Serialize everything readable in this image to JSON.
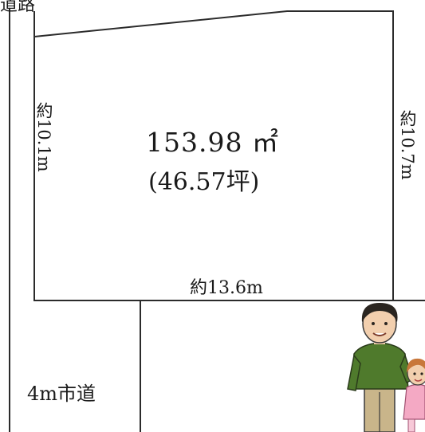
{
  "top_label_fragment": "道路",
  "parcel": {
    "area_sqm": "153.98 ㎡",
    "area_tsubo": "(46.57坪)",
    "left_side": "約10.1m",
    "right_side": "約10.7m",
    "bottom_side": "約13.6m"
  },
  "road": {
    "label": "4m市道"
  },
  "illustration": {
    "subject": "father-and-daughter-illustration",
    "colors": {
      "shirt": "#4f7a2c",
      "pants": "#c9b58a",
      "hair": "#2a2520",
      "skin": "#f2cfae",
      "girl_dress": "#f4a9c4",
      "girl_hair": "#c8773a"
    }
  },
  "colors": {
    "line": "#2b2b2b",
    "text": "#1a1a1a",
    "background": "#ffffff"
  }
}
